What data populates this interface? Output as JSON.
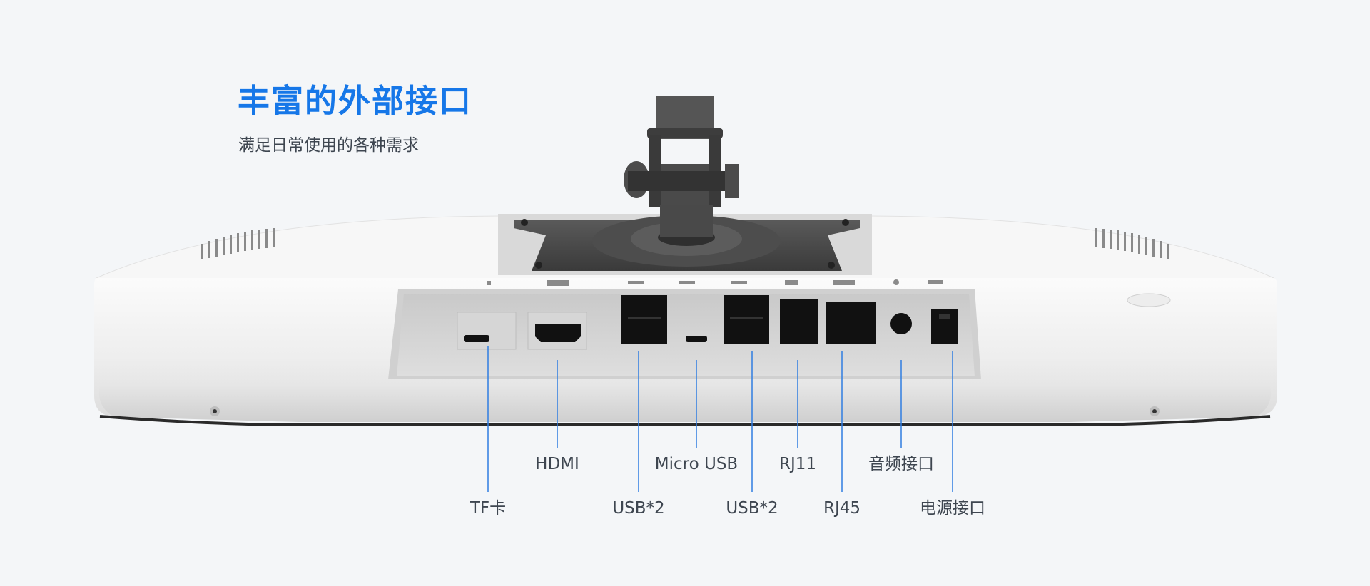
{
  "header": {
    "title": "丰富的外部接口",
    "subtitle": "满足日常使用的各种需求"
  },
  "ports": [
    {
      "label": "TF卡"
    },
    {
      "label": "HDMI"
    },
    {
      "label": "USB*2"
    },
    {
      "label": "Micro USB"
    },
    {
      "label": "USB*2"
    },
    {
      "label": "RJ11"
    },
    {
      "label": "RJ45"
    },
    {
      "label": "音频接口"
    },
    {
      "label": "电源接口"
    }
  ],
  "colors": {
    "accent": "#1677e8",
    "callout_line": "#2f7de1",
    "background": "#f4f6f8"
  }
}
